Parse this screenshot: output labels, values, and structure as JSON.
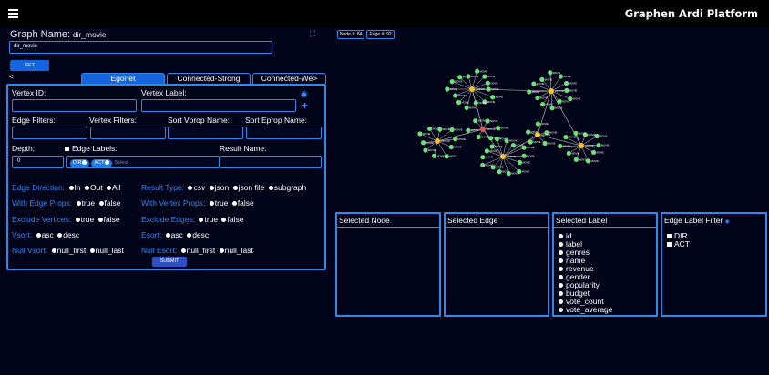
{
  "header": {
    "title": "Graphen Ardi Platform",
    "menu_icon": "hamburger-icon"
  },
  "graph": {
    "name_label": "Graph Name:",
    "name_value": "dir_movie",
    "input_value": "dir_movie",
    "get_label": "GET"
  },
  "tabs": {
    "prev_arrow": "<",
    "items": [
      "Egonet",
      "Connected-Strong",
      "Connected-We>"
    ],
    "active": "Egonet"
  },
  "form": {
    "vertex_id_label": "Vertex ID:",
    "vertex_label_label": "Vertex Label:",
    "edge_filters_label": "Edge Filters:",
    "vertex_filters_label": "Vertex Filters:",
    "sort_vprop_label": "Sort Vprop Name:",
    "sort_eprop_label": "Sort Eprop Name:",
    "depth_label": "Depth:",
    "edge_labels_label": "Edge Labels:",
    "result_name_label": "Result Name:",
    "depth_value": "0",
    "edge_label_chips": [
      "DIR",
      "ACT"
    ],
    "select_placeholder": "Select"
  },
  "options": {
    "edge_direction": {
      "label": "Edge Direction:",
      "values": [
        "In",
        "Out",
        "All"
      ]
    },
    "result_type": {
      "label": "Result Type:",
      "values": [
        "csv",
        "json",
        "json file",
        "subgraph"
      ]
    },
    "with_edge_props": {
      "label": "With Edge Props:",
      "values": [
        "true",
        "false"
      ]
    },
    "with_vertex_props": {
      "label": "With Vertex Props:",
      "values": [
        "true",
        "false"
      ]
    },
    "exclude_vertices": {
      "label": "Exclude Vertices:",
      "values": [
        "true",
        "false"
      ]
    },
    "exclude_edges": {
      "label": "Exclude Edges:",
      "values": [
        "true",
        "false"
      ]
    },
    "vsort": {
      "label": "Vsort:",
      "values": [
        "asc",
        "desc"
      ]
    },
    "esort": {
      "label": "Esort:",
      "values": [
        "asc",
        "desc"
      ]
    },
    "null_vsort": {
      "label": "Null Vsort:",
      "values": [
        "null_first",
        "null_last"
      ]
    },
    "null_esort": {
      "label": "Null Esort:",
      "values": [
        "null_first",
        "null_last"
      ]
    }
  },
  "submit_label": "SUBMIT",
  "badges": {
    "nodes": "Node #: 84",
    "edges": "Edge #: 92"
  },
  "graph_view": {
    "node_label": "MOVIE",
    "actor_label": "ACTOR",
    "colors": {
      "movie": "#6ee07a",
      "actor": "#f2c230",
      "director": "#e2585a",
      "edge": "#d8d2c4"
    }
  },
  "panels": {
    "selected_node": "Selected Node",
    "selected_edge": "Selected Edge",
    "selected_label": "Selected Label",
    "edge_label_filter": "Edge Label Filter",
    "label_items": [
      "id",
      "label",
      "genres",
      "name",
      "revenue",
      "gender",
      "popularity",
      "budget",
      "vote_count",
      "vote_average"
    ],
    "filter_items": [
      "DIR",
      "ACT"
    ]
  }
}
